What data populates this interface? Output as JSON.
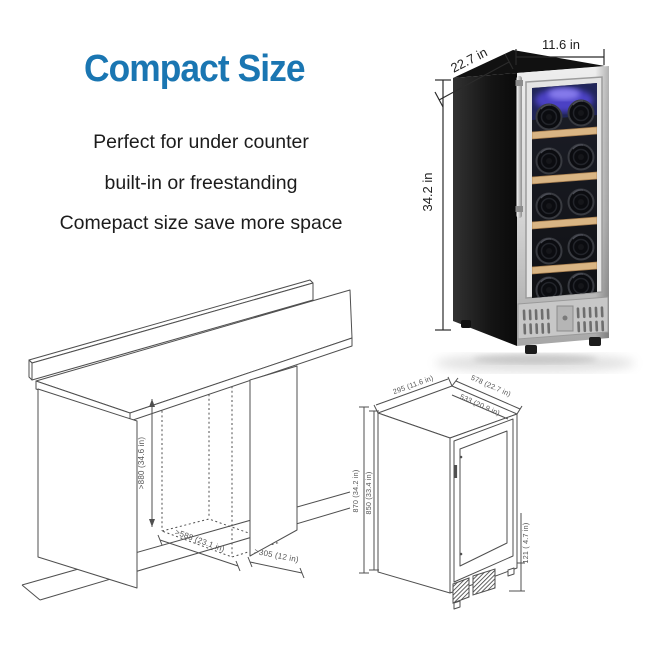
{
  "title": "Compact Size",
  "description": {
    "line1": "Perfect for under counter",
    "line2": "built-in or freestanding",
    "line3": "Comepact size save more space"
  },
  "product_photo": {
    "depth_label": "22.7 in",
    "width_label": "11.6 in",
    "height_label": "34.2 in"
  },
  "niche_drawing": {
    "height_label": ">880 (34.6 in)",
    "depth_label": ">588 (23.1 in)",
    "width_label": ">305 (12 in)"
  },
  "tech_drawing": {
    "width_label": "295 (11.6 in)",
    "depth_label": "578 (22.7 in)",
    "inner_depth_label": "533 (20.9 in)",
    "height_label": "870 (34.2 in)",
    "inner_height_label": "850 (33.4 in)",
    "base_height_label": "121 ( 4.7 in)"
  },
  "colors": {
    "title_blue": "#1a76b2",
    "body_text": "#1c1c1c",
    "drawing_line": "#4f4f4f",
    "steel_light": "#e9e9e9",
    "steel_dark": "#a8a8a8",
    "cabinet_black": "#141414",
    "wood_shelf": "#d9b584",
    "led_glow": "#5a4fe0"
  }
}
